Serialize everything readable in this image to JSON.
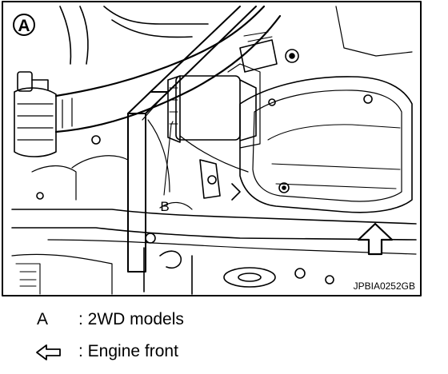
{
  "figure": {
    "panel_label": "A",
    "callout_label": "B",
    "image_code": "JPBIA0252GB"
  },
  "legend": [
    {
      "key": "A",
      "text": ": 2WD models"
    },
    {
      "key": "",
      "icon": "engine-front-arrow-icon",
      "text": ": Engine front"
    }
  ]
}
